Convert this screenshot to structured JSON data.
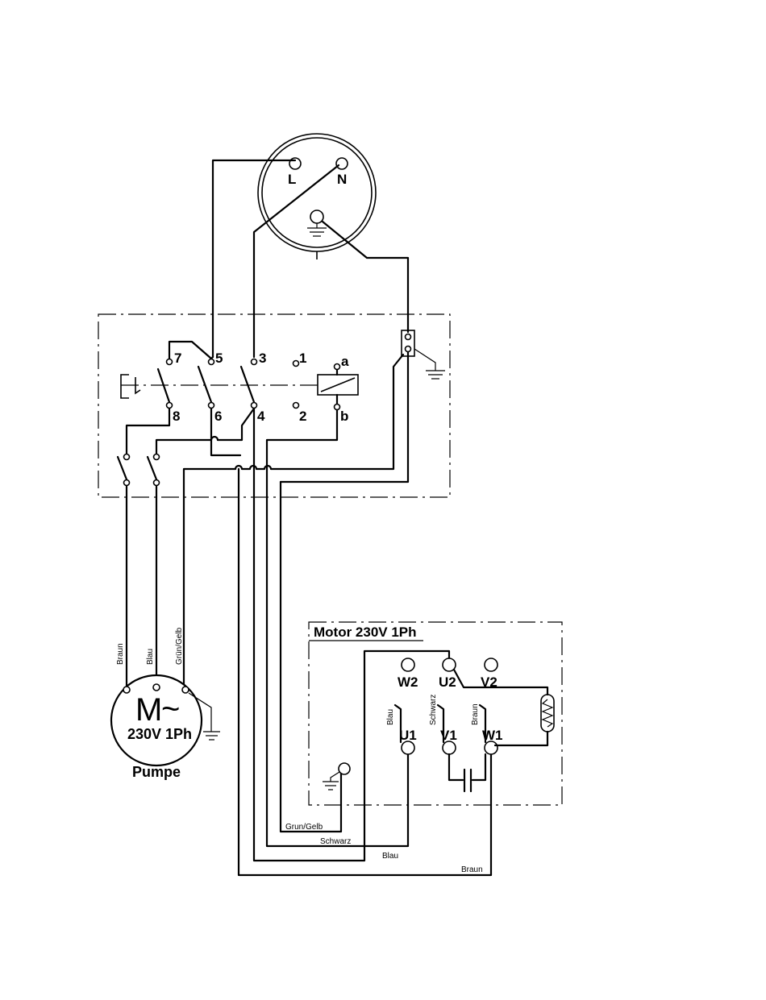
{
  "socket": {
    "L": "L",
    "N": "N"
  },
  "contacts": [
    "7",
    "5",
    "3",
    "1",
    "a",
    "8",
    "6",
    "4",
    "2",
    "b"
  ],
  "pump": {
    "motor_symbol": "M",
    "ac_symbol": "~",
    "rating": "230V 1Ph",
    "name": "Pumpe"
  },
  "pump_wires": [
    "Braun",
    "Blau",
    "Grün/Gelb"
  ],
  "motor_box": {
    "title": "Motor 230V 1Ph",
    "terminals_top": [
      "W2",
      "U2",
      "V2"
    ],
    "terminals_bottom": [
      "U1",
      "V1",
      "W1"
    ],
    "wire_labels": [
      "Blau",
      "Schwarz",
      "Braun"
    ]
  },
  "cable_labels": [
    "Grun/Gelb",
    "Schwarz",
    "Blau",
    "Braun"
  ]
}
